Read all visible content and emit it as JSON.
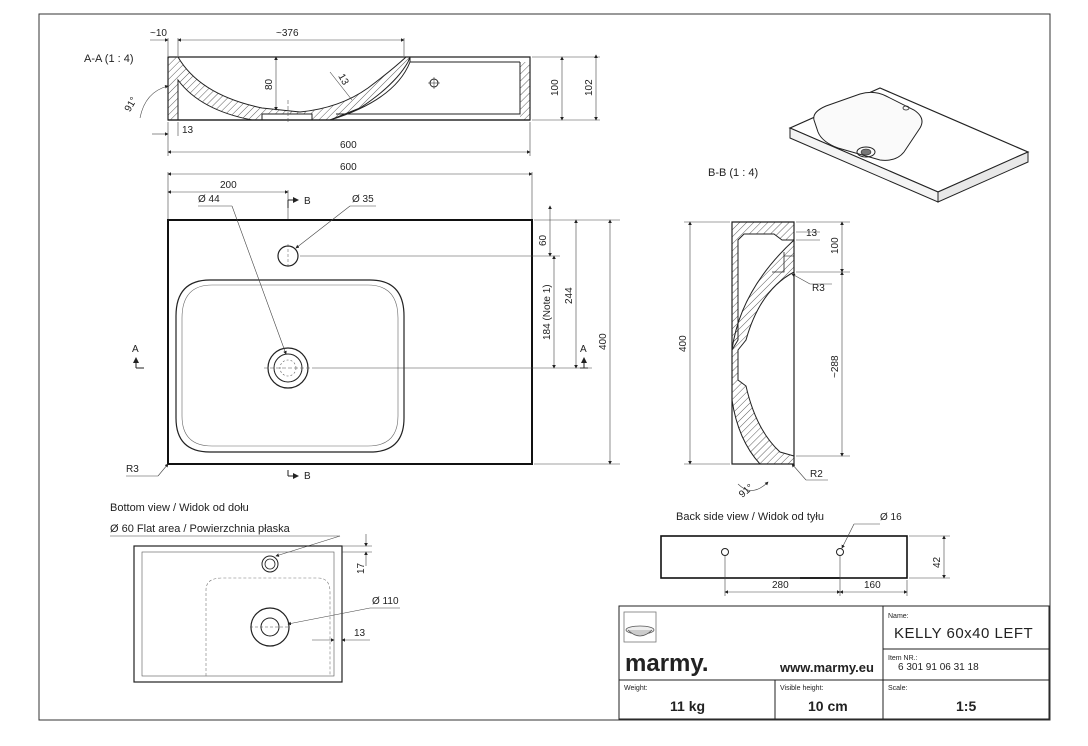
{
  "views": {
    "section_aa": "A-A (1 : 4)",
    "section_bb": "B-B (1 : 4)",
    "bottom": "Bottom view / Widok od dołu",
    "back": "Back side view / Widok od tyłu",
    "flat_area": "Ø 60 Flat area / Powierzchnia płaska"
  },
  "section_aa_dims": {
    "d10": "~10",
    "d376": "~376",
    "d80": "80",
    "d13a": "13",
    "d91": "91°",
    "d13b": "13",
    "d600": "600",
    "d100": "100",
    "d102": "102"
  },
  "top_view_dims": {
    "d600": "600",
    "d200": "200",
    "d44": "Ø 44",
    "d35": "Ø 35",
    "b_top": "B",
    "b_bottom": "B",
    "a_left": "A",
    "a_right": "A",
    "d60": "60",
    "d244": "244",
    "d184": "184 (Note 1)",
    "d400": "400",
    "r3": "R3"
  },
  "section_bb_dims": {
    "d13": "13",
    "d100": "100",
    "r3": "R3",
    "d400": "400",
    "d288": "~288",
    "r2": "R2",
    "d91": "91°"
  },
  "bottom_view_dims": {
    "d17": "17",
    "d110": "Ø 110",
    "d13": "13"
  },
  "back_view_dims": {
    "d16": "Ø 16",
    "d42": "42",
    "d280": "280",
    "d160": "160"
  },
  "title_block": {
    "brand": "marmy.",
    "website": "www.marmy.eu",
    "name_label": "Name:",
    "name_value": "KELLY 60x40 LEFT",
    "item_label": "Item NR.:",
    "item_value": "6 301 91 06 31 18",
    "weight_label": "Weight:",
    "weight_value": "11 kg",
    "height_label": "Visible height:",
    "height_value": "10 cm",
    "scale_label": "Scale:",
    "scale_value": "1:5"
  }
}
